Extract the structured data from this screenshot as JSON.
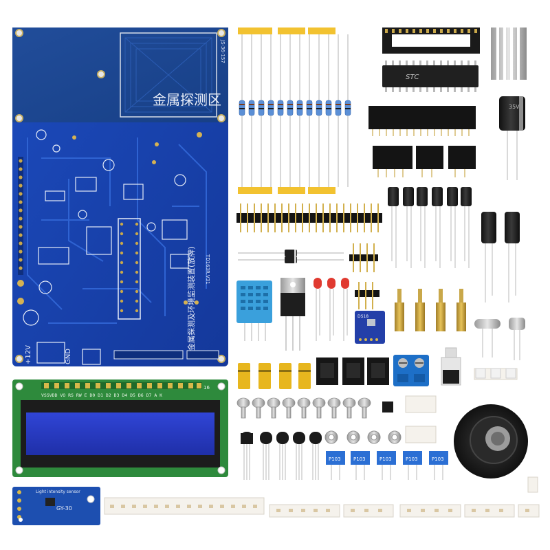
{
  "pcb": {
    "sensor_zone_text": "金属探测区",
    "board_code_text": "JS-36-157",
    "title_text": "金属探测及环境监测装置(放牌)",
    "model_text": "TD163R.V31",
    "power_label": "+12V",
    "gnd_label": "GND"
  },
  "mcu": {
    "brand_text": "STC"
  },
  "capacitor": {
    "rating_text": "35V"
  },
  "lcd": {
    "pin_row_text": "VSSVDD VO RS RW E  D0 D1 D2 D3 D4 D5 D6 D7 A  K",
    "pin_number_text": "16"
  },
  "sensor_breakout": {
    "label_text": "DS18"
  },
  "light_sensor": {
    "header_text": "Light intensity sensor",
    "model_text": "GY-30"
  },
  "trimpots": {
    "label_text": "P103"
  },
  "colors": {
    "pcb_blue": "#1840a8",
    "lcd_green": "#2f8a3a",
    "lcd_screen": "#2a3ec8",
    "resistor_tape": "#f2c230",
    "terminal_blue": "#1d6fc7"
  }
}
